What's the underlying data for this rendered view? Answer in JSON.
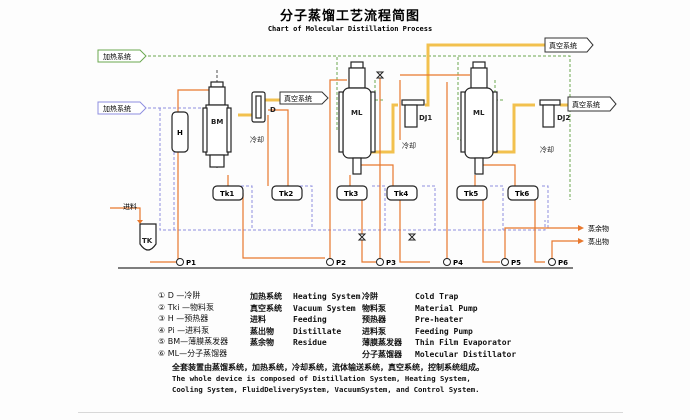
{
  "title": {
    "zh": "分子蒸馏工艺流程简图",
    "en": "Chart of Molecular Distillation Process"
  },
  "colors": {
    "heating_line": "#6aa84f",
    "heating_line_2": "#8e8ee0",
    "material_line": "#e8782e",
    "vacuum_line": "#f2c14e",
    "equipment": "#222222"
  },
  "system_tags": {
    "heating_1": "加热系统",
    "heating_2": "加热系统",
    "vacuum_1": "真空系统",
    "vacuum_2": "真空系统",
    "vacuum_3": "真空系统"
  },
  "equipment": {
    "heater": "H",
    "film_evaporator": "BM",
    "cold_trap_d": "D",
    "md1": "ML",
    "md2": "ML",
    "dj1": "DJ1",
    "dj2": "DJ2",
    "feed_tank": "TK",
    "tanks": [
      "Tk1",
      "Tk2",
      "Tk3",
      "Tk4",
      "Tk5",
      "Tk6"
    ],
    "pumps": [
      "P1",
      "P2",
      "P3",
      "P4",
      "P5",
      "P6"
    ],
    "cooling_labels": [
      "冷却",
      "冷却",
      "冷却"
    ]
  },
  "streams": {
    "feed": "进料",
    "residue": "蒸余物",
    "distillate": "蒸出物"
  },
  "legend_items": [
    "① D —冷阱",
    "② Tki —物料泵",
    "③ H —预热器",
    "④ Pi —进料泵",
    "⑤ BM—薄膜蒸发器",
    "⑥ ML—分子蒸馏器"
  ],
  "glossary_left": [
    {
      "zh": "加热系统",
      "en": "Heating System"
    },
    {
      "zh": "真空系统",
      "en": "Vacuum System"
    },
    {
      "zh": "进料",
      "en": "Feeding"
    },
    {
      "zh": "蒸出物",
      "en": "Distillate"
    },
    {
      "zh": "蒸余物",
      "en": "Residue"
    }
  ],
  "glossary_right": [
    {
      "zh": "冷阱",
      "en": "Cold Trap"
    },
    {
      "zh": "物料泵",
      "en": "Material Pump"
    },
    {
      "zh": "预热器",
      "en": "Pre-heater"
    },
    {
      "zh": "进料泵",
      "en": "Feeding Pump"
    },
    {
      "zh": "薄膜蒸发器",
      "en": "Thin Film Evaporator"
    },
    {
      "zh": "分子蒸馏器",
      "en": "Molecular Distillator"
    }
  ],
  "description": {
    "zh": "全套装置由蒸馏系统，加热系统，冷却系统，流体输送系统，真空系统，控制系统组成。",
    "en_1": "The whole device is composed of Distillation System, Heating System,",
    "en_2": "Cooling System, FluidDeliverySystem, VacuumSystem, and Control System."
  }
}
